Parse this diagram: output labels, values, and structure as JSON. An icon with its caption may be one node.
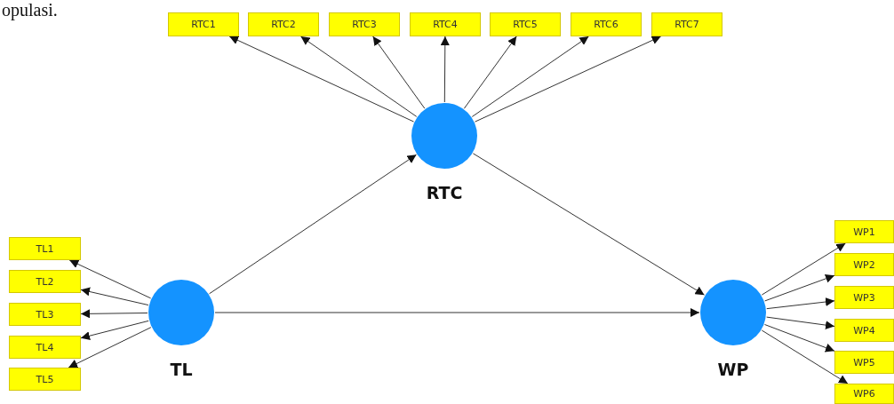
{
  "diagram": {
    "nodes": [
      {
        "text": [
          "RTC1"
        ]
      },
      {
        "text": [
          "RTC2"
        ]
      },
      {
        "text": [
          "RTC3"
        ]
      },
      {
        "text": [
          "RTC4"
        ]
      },
      {
        "text": [
          "RTC5"
        ]
      },
      {
        "text": [
          "RTC6"
        ]
      },
      {
        "text": [
          "RTC7"
        ]
      },
      {
        "text": [
          "RTC"
        ]
      },
      {
        "text": [
          "TL1"
        ]
      },
      {
        "text": [
          "TL2"
        ]
      },
      {
        "text": [
          "TL3"
        ]
      },
      {
        "text": [
          "TL4"
        ]
      },
      {
        "text": [
          "TL5"
        ]
      },
      {
        "text": [
          "TL"
        ]
      },
      {
        "text": [
          "WP"
        ]
      },
      {
        "text": [
          "WP1"
        ]
      },
      {
        "text": [
          "WP2"
        ]
      },
      {
        "text": [
          "WP3"
        ]
      },
      {
        "text": [
          "WP4"
        ]
      },
      {
        "text": [
          "WP5"
        ]
      },
      {
        "text": [
          "WP6"
        ]
      }
    ],
    "edges": [
      {
        "from": 7,
        "to": 0,
        "arrow": "to"
      },
      {
        "from": 7,
        "to": 1,
        "arrow": "to"
      },
      {
        "from": 7,
        "to": 2,
        "arrow": "to"
      },
      {
        "from": 7,
        "to": 3,
        "arrow": "to"
      },
      {
        "from": 7,
        "to": 4,
        "arrow": "to"
      },
      {
        "from": 7,
        "to": 5,
        "arrow": "to"
      },
      {
        "from": 7,
        "to": 6,
        "arrow": "to"
      },
      {
        "from": 13,
        "to": 8,
        "arrow": "to"
      },
      {
        "from": 13,
        "to": 9,
        "arrow": "to"
      },
      {
        "from": 13,
        "to": 10,
        "arrow": "to"
      },
      {
        "from": 13,
        "to": 11,
        "arrow": "to"
      },
      {
        "from": 13,
        "to": 12,
        "arrow": "to"
      },
      {
        "from": 13,
        "to": 7,
        "arrow": "to"
      },
      {
        "from": 13,
        "to": 14,
        "arrow": "to"
      },
      {
        "from": 7,
        "to": 14,
        "arrow": "to"
      },
      {
        "from": 14,
        "to": 15,
        "arrow": "to"
      },
      {
        "from": 14,
        "to": 16,
        "arrow": "to"
      },
      {
        "from": 14,
        "to": 17,
        "arrow": "to"
      },
      {
        "from": 14,
        "to": 18,
        "arrow": "to"
      },
      {
        "from": 14,
        "to": 19,
        "arrow": "to"
      },
      {
        "from": 14,
        "to": 20,
        "arrow": "to"
      }
    ],
    "labels": [
      "opulasi."
    ]
  }
}
